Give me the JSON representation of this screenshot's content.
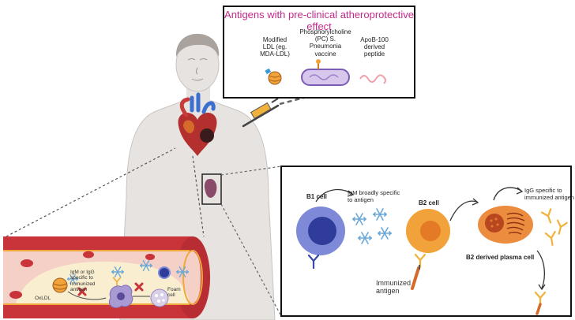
{
  "antigens_box": {
    "title": "Antigens with pre-clinical atheroprotective effect",
    "title_color": "#c2298a",
    "items": [
      {
        "label_lines": [
          "Modified",
          "LDL (eg.",
          "MDA-LDL)"
        ],
        "icon": "modified-ldl-icon"
      },
      {
        "label_lines": [
          "Phosphorylcholine",
          "(PC) S.",
          "Pneumonia",
          "vaccine"
        ],
        "icon": "pneumonia-bacterium-icon"
      },
      {
        "label_lines": [
          "ApoB-100",
          "derived",
          "peptide"
        ],
        "icon": "peptide-chain-icon"
      }
    ]
  },
  "vessel": {
    "igm_igg_lines": [
      "IgM or IgG",
      "specific to",
      "immunized",
      "antigen"
    ],
    "oxldl": "OxLDL",
    "foam_lines": [
      "Foam",
      "cell"
    ]
  },
  "immune_box": {
    "b1_cell": "B1 cell",
    "igm_lines": [
      "IgM broadly specific",
      "to antigen"
    ],
    "b2_cell": "B2 cell",
    "igg_lines": [
      "IgG specific to",
      "immunized antigen"
    ],
    "plasma_cell": "B2 derived plasma cell",
    "immunized_lines": [
      "Immunized",
      "antigen"
    ]
  },
  "colors": {
    "skin": "#e7e3e0",
    "vessel_wall": "#c9343b",
    "plaque": "#f9eed0",
    "b1_outer": "#7e8ad8",
    "b1_nucleus": "#2f3c9a",
    "b2_outer": "#f2a23a",
    "plasma": "#ec8c3e",
    "antibody": "#f0b23a",
    "snowflake": "#6ba8d8"
  }
}
